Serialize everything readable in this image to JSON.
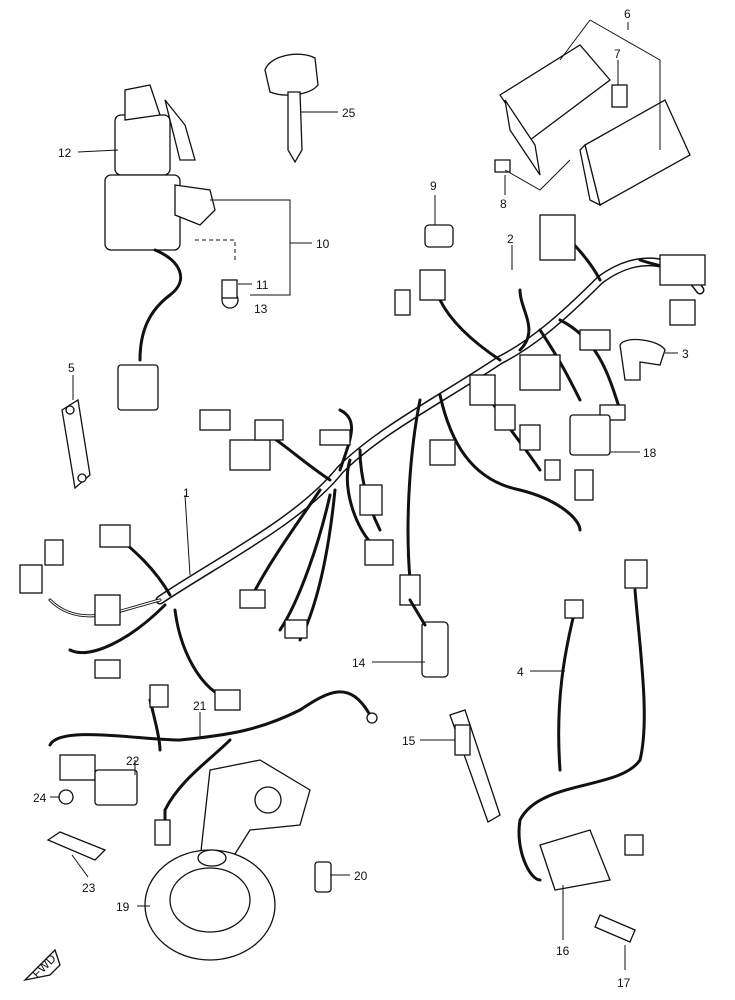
{
  "diagram": {
    "callouts": [
      {
        "id": "1",
        "label": "1"
      },
      {
        "id": "2",
        "label": "2"
      },
      {
        "id": "3",
        "label": "3"
      },
      {
        "id": "4",
        "label": "4"
      },
      {
        "id": "5",
        "label": "5"
      },
      {
        "id": "6",
        "label": "6"
      },
      {
        "id": "7",
        "label": "7"
      },
      {
        "id": "8",
        "label": "8"
      },
      {
        "id": "9",
        "label": "9"
      },
      {
        "id": "10",
        "label": "10"
      },
      {
        "id": "11",
        "label": "11"
      },
      {
        "id": "12",
        "label": "12"
      },
      {
        "id": "13",
        "label": "13"
      },
      {
        "id": "14",
        "label": "14"
      },
      {
        "id": "15",
        "label": "15"
      },
      {
        "id": "16",
        "label": "16"
      },
      {
        "id": "17",
        "label": "17"
      },
      {
        "id": "18",
        "label": "18"
      },
      {
        "id": "19",
        "label": "19"
      },
      {
        "id": "20",
        "label": "20"
      },
      {
        "id": "21",
        "label": "21"
      },
      {
        "id": "22",
        "label": "22"
      },
      {
        "id": "23",
        "label": "23"
      },
      {
        "id": "24",
        "label": "24"
      },
      {
        "id": "25",
        "label": "25"
      }
    ],
    "front_indicator": "FWD",
    "line_color": "#111111",
    "background": "#ffffff"
  }
}
